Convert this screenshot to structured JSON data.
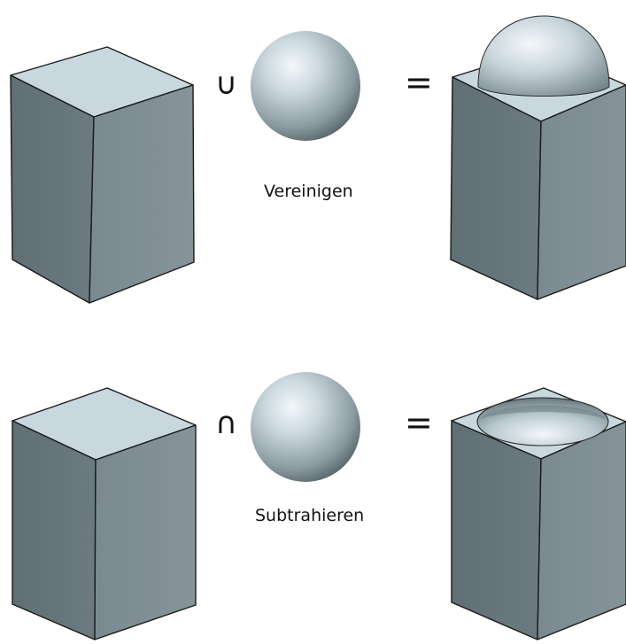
{
  "rows": [
    {
      "operator_symbol": "∪",
      "equals_symbol": "=",
      "caption": "Vereinigen",
      "result": "union"
    },
    {
      "operator_symbol": "∩",
      "equals_symbol": "=",
      "caption": "Subtrahieren",
      "result": "subtraction"
    }
  ],
  "colors": {
    "box_top": "#c9d8df",
    "box_left": "#66767b",
    "box_right": "#7e8e94",
    "edge": "#1a1a1a",
    "sphere_light": "#eef4f7",
    "sphere_mid": "#b8c8cf",
    "sphere_dark": "#5f6f74",
    "background": "#ffffff"
  },
  "icons": {
    "operand_box": "box-solid-icon",
    "operand_sphere": "sphere-solid-icon",
    "result_union": "box-with-dome-icon",
    "result_subtraction": "box-with-spherical-cavity-icon"
  }
}
